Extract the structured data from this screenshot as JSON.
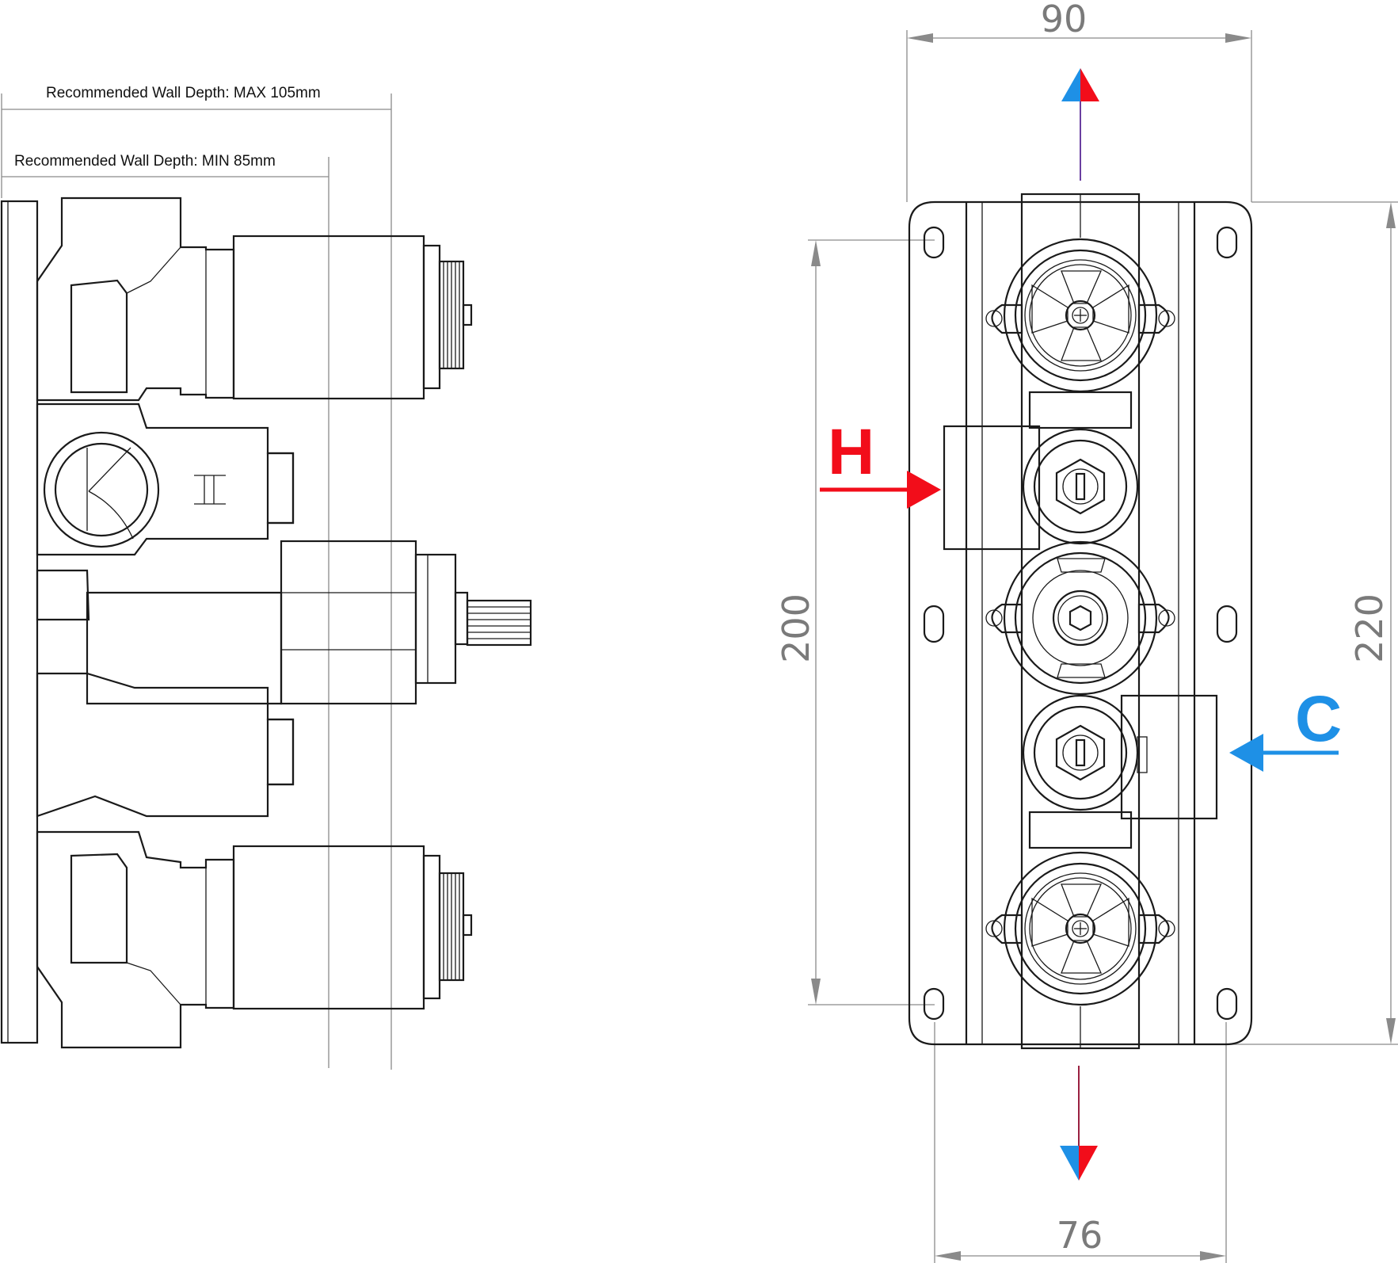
{
  "side_view": {
    "max_depth_label": "Recommended Wall Depth: MAX 105mm",
    "min_depth_label": "Recommended Wall Depth: MIN 85mm"
  },
  "front_view": {
    "width_label": "90",
    "height_label": "220",
    "slot_spacing_label": "200",
    "bottom_width_label": "76",
    "hot_label": "H",
    "cold_label": "C"
  },
  "colors": {
    "hot": "#f20d1a",
    "cold": "#1e90e6",
    "outline": "#1a1a1a",
    "dimension": "#8a8a8a"
  }
}
